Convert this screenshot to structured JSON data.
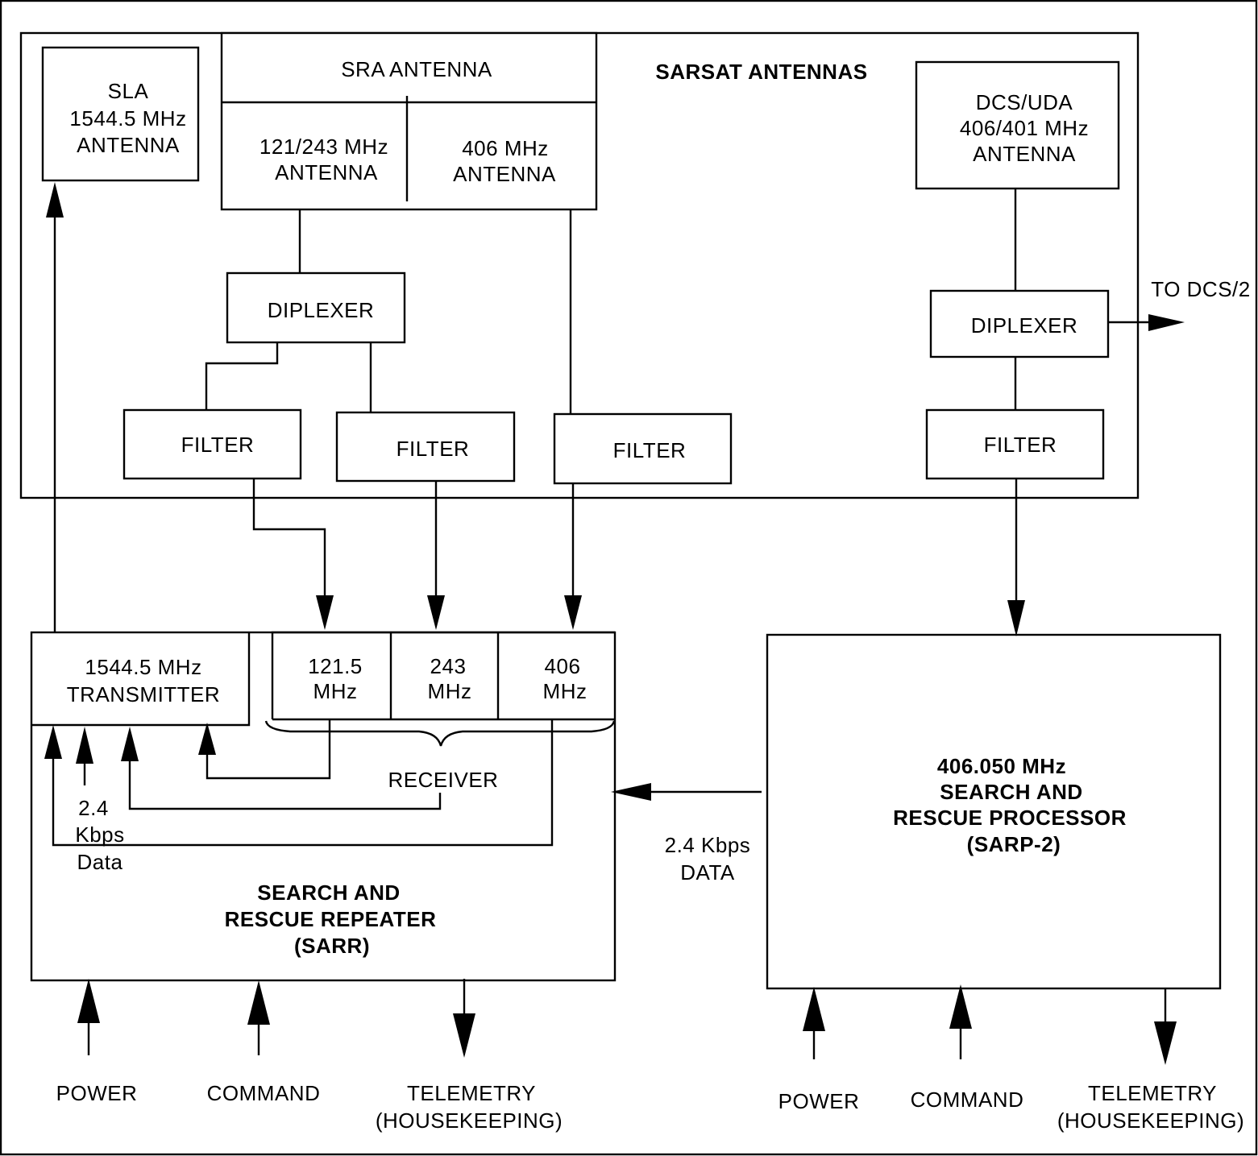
{
  "antennas": {
    "group_title": "SARSAT ANTENNAS",
    "sla": [
      "SLA",
      "1544.5 MHz",
      "ANTENNA"
    ],
    "sra_title": "SRA ANTENNA",
    "sra_121_243": [
      "121/243 MHz",
      "ANTENNA"
    ],
    "sra_406": [
      "406 MHz",
      "ANTENNA"
    ],
    "dcs_uda": [
      "DCS/UDA",
      "406/401 MHz",
      "ANTENNA"
    ]
  },
  "diplexers": {
    "left": "DIPLEXER",
    "right": "DIPLEXER"
  },
  "to_dcs": "TO DCS/2",
  "filters": [
    "FILTER",
    "FILTER",
    "FILTER",
    "FILTER"
  ],
  "sarr": {
    "transmitter": [
      "1544.5 MHz",
      "TRANSMITTER"
    ],
    "rx_121": [
      "121.5",
      "MHz"
    ],
    "rx_243": [
      "243",
      "MHz"
    ],
    "rx_406": [
      "406",
      "MHz"
    ],
    "receiver": "RECEIVER",
    "data_label": [
      "2.4",
      "Kbps",
      "Data"
    ],
    "title": [
      "SEARCH AND",
      "RESCUE REPEATER",
      "(SARR)"
    ]
  },
  "link_label": [
    "2.4 Kbps",
    "DATA"
  ],
  "sarp": {
    "title": [
      "406.050 MHz",
      "SEARCH AND",
      "RESCUE PROCESSOR",
      "(SARP-2)"
    ]
  },
  "sarr_io": {
    "power": "POWER",
    "command": "COMMAND",
    "telemetry": [
      "TELEMETRY",
      "(HOUSEKEEPING)"
    ]
  },
  "sarp_io": {
    "power": "POWER",
    "command": "COMMAND",
    "telemetry": [
      "TELEMETRY",
      "(HOUSEKEEPING)"
    ]
  }
}
